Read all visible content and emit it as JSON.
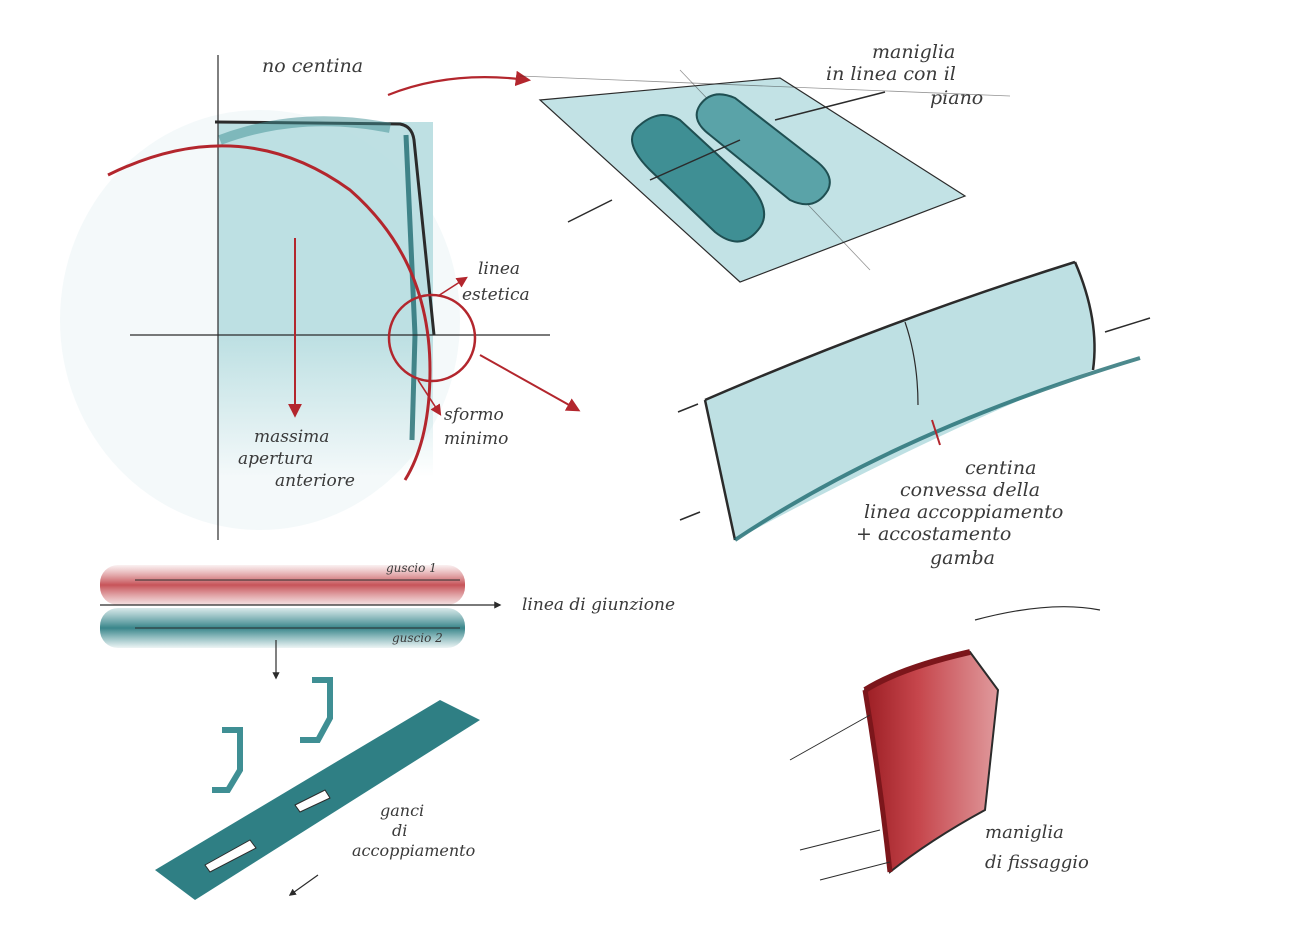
{
  "colors": {
    "teal": "#3f8f94",
    "teal_light": "#b7dde0",
    "teal_dark": "#1f6b70",
    "red": "#b3262d",
    "red_light": "#cf6e72",
    "ink": "#2b2b2b"
  },
  "annotations": {
    "no_centina": "no centina",
    "maniglia": [
      "maniglia",
      "in linea con il",
      "piano"
    ],
    "linea_estetica": [
      "linea",
      "estetica"
    ],
    "sformo_minimo": [
      "sformo",
      "minimo"
    ],
    "massima_apertura": [
      "massima",
      "apertura",
      "anteriore"
    ],
    "centina_convessa": [
      "centina",
      "convessa della",
      "linea accoppiamento",
      "+ accostamento",
      "gamba"
    ],
    "guscio_1": "guscio 1",
    "guscio_2": "guscio 2",
    "linea_giunzione": "linea di giunzione",
    "ganci": [
      "ganci",
      "di",
      "accoppiamento"
    ],
    "maniglia_fissaggio": [
      "maniglia",
      "di fissaggio"
    ]
  }
}
